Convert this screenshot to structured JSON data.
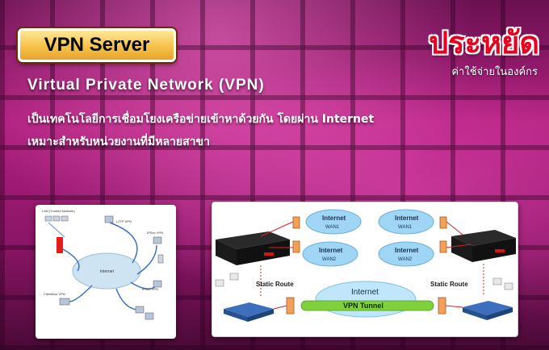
{
  "header": {
    "badge_label": "VPN Server",
    "brand_main": "ประหยัด",
    "brand_sub": "ค่าใช้จ่ายในองค์กร"
  },
  "content": {
    "title": "Virtual  Private  Network  (VPN)",
    "line1": "เป็นเทคโนโลยีการเชื่อมโยงเครือข่ายเข้าหาด้วยกัน โดยผ่าน Internet",
    "line2": "เหมาะสำหรับหน่วยงานที่มีหลายสาขา"
  },
  "left_diagram": {
    "lan_label": "LAN (Trusted Network)",
    "cloud_label": "Internet",
    "client_top": "L2TP VPN",
    "client_mid": "IPSec VPN",
    "client_bottom": "IPSec VPN",
    "client_left": "Clientless VPN"
  },
  "right_diagram": {
    "internet_wan1_left": "Internet",
    "wan1_left": "WAN1",
    "internet_wan2_left": "Internet",
    "wan2_left": "WAN2",
    "internet_wan1_right": "Internet",
    "wan1_right": "WAN1",
    "internet_wan2_right": "Internet",
    "wan2_right": "WAN2",
    "static_route_left": "Static Route",
    "static_route_right": "Static Route",
    "tunnel_internet": "Internet",
    "tunnel_label": "VPN Tunnel"
  },
  "colors": {
    "brand_red": "#e8001f",
    "badge_gold": "#f7c24a",
    "tunnel_green": "#7fd03a",
    "cloud_blue": "#8fd0f5"
  }
}
